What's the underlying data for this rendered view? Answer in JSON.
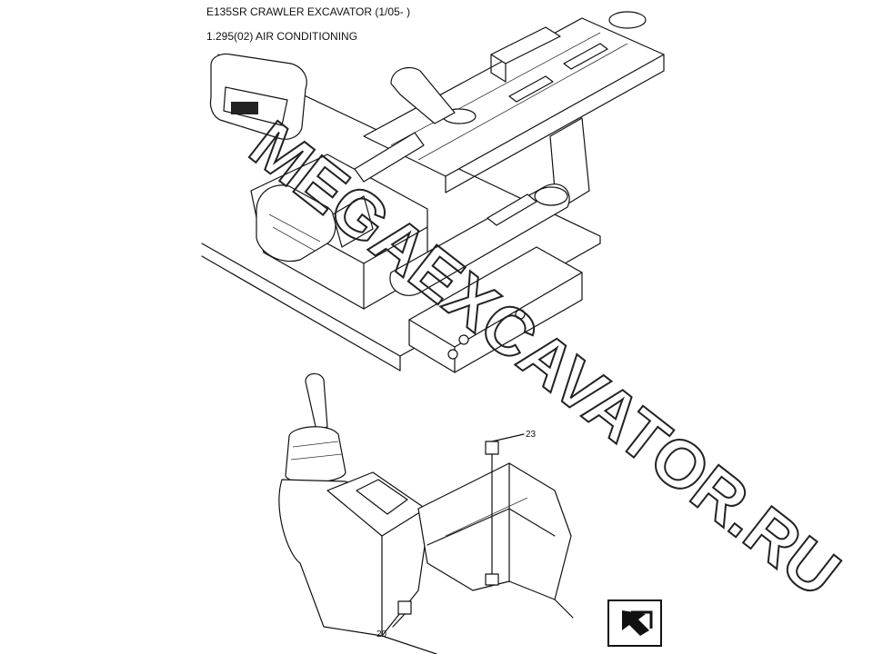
{
  "header": {
    "title": "E135SR CRAWLER EXCAVATOR (1/05- )",
    "subtitle": "1.295(02) AIR CONDITIONING"
  },
  "callouts": [
    {
      "label": "23"
    },
    {
      "label": "20"
    }
  ],
  "watermark": {
    "text": "MEGAEXCAVATOR.RU"
  },
  "navigation": {
    "icon": "arrow-next-icon"
  }
}
